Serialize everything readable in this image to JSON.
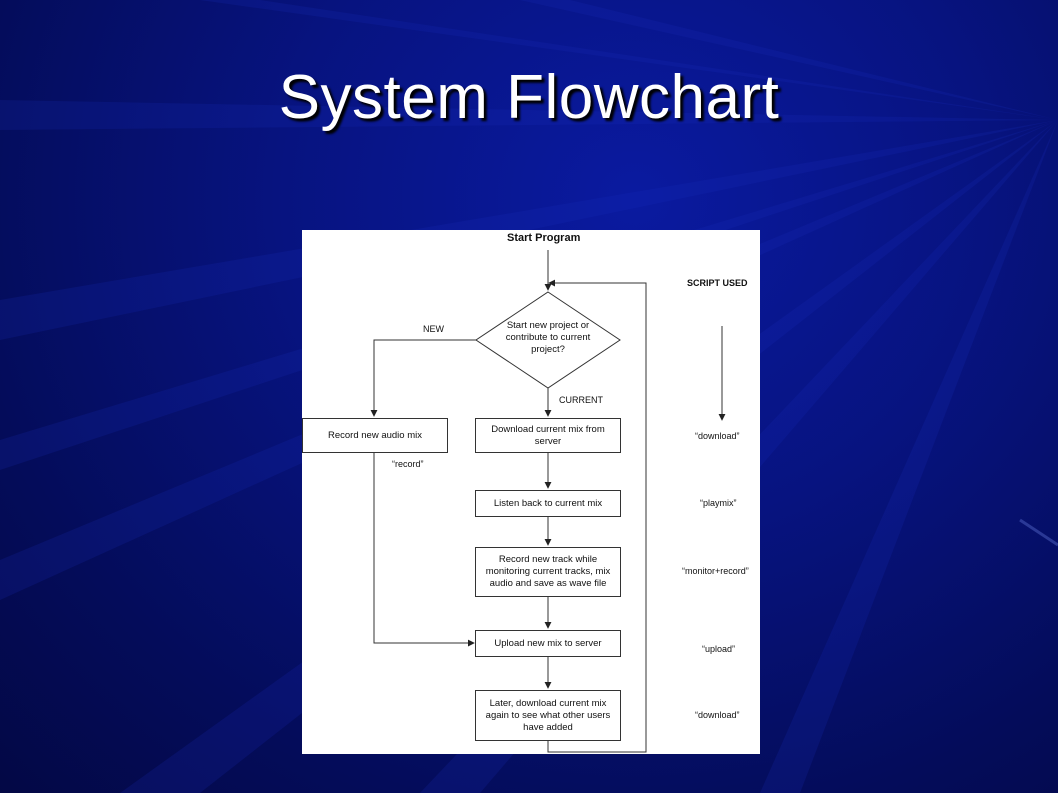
{
  "slide": {
    "title": "System Flowchart"
  },
  "flowchart": {
    "start_label": "Start Program",
    "script_header": "SCRIPT USED",
    "decision": "Start new project or contribute to current project?",
    "branch_new": "NEW",
    "branch_current": "CURRENT",
    "steps": {
      "record_new": "Record new audio mix",
      "download": "Download current mix from server",
      "listen": "Listen back to current mix",
      "record_track": "Record new track while monitoring current tracks, mix audio and save as wave file",
      "upload": "Upload new mix to server",
      "later_download": "Later, download current mix again to see what other users have added"
    },
    "scripts": {
      "record": "“record”",
      "download": "“download”",
      "playmix": "“playmix”",
      "monitor_record": "“monitor+record”",
      "upload": "“upload”",
      "download_again": "“download”"
    }
  },
  "colors": {
    "background": "#07137f",
    "title": "#ffffff",
    "panel": "#ffffff",
    "line": "#333333"
  }
}
